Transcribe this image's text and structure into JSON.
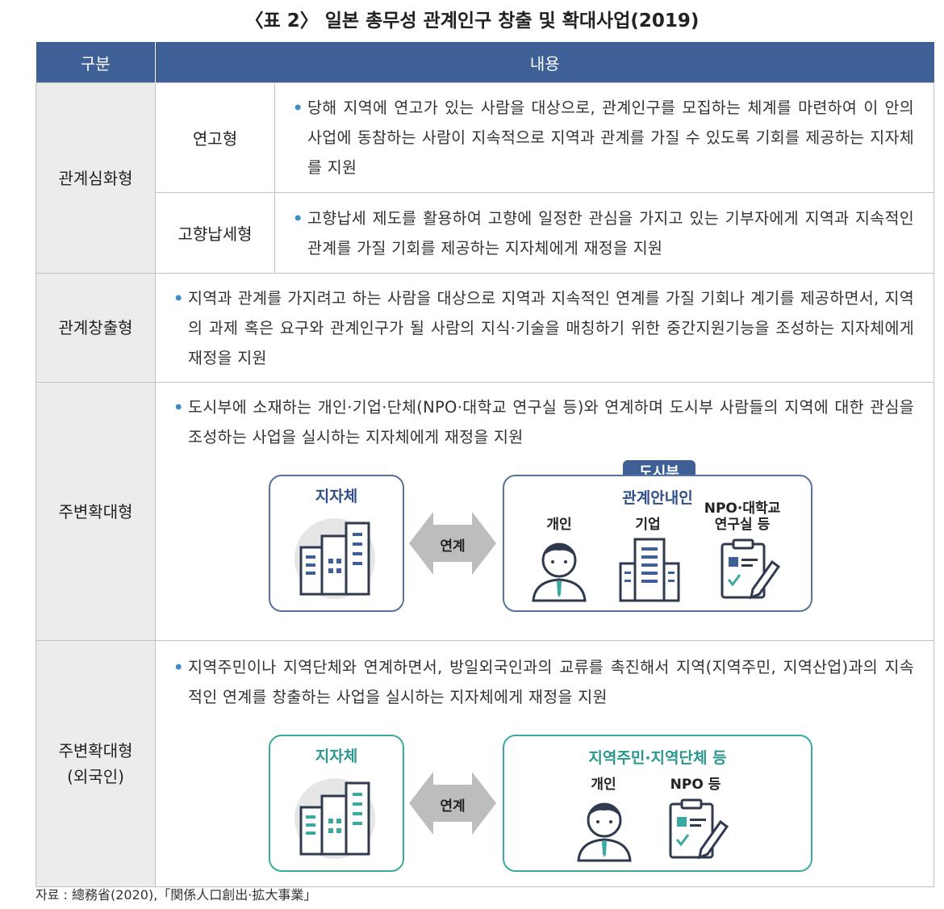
{
  "title": "〈표 2〉 일본 총무성 관계인구 창출 및 확대사업(2019)",
  "header": {
    "col1": "구분",
    "col2": "내용"
  },
  "rows": {
    "r1": {
      "category": "관계심화형",
      "sub1": {
        "label": "연고형",
        "text": "당해 지역에 연고가 있는 사람을 대상으로, 관계인구를 모집하는 체계를 마련하여 이 안의 사업에 동참하는 사람이 지속적으로 지역과 관계를 가질 수 있도록 기회를 제공하는 지자체를 지원"
      },
      "sub2": {
        "label": "고향납세형",
        "text": "고향납세 제도를 활용하여 고향에 일정한 관심을 가지고 있는 기부자에게 지역과 지속적인 관계를 가질 기회를 제공하는 지자체에게 재정을 지원"
      }
    },
    "r2": {
      "category": "관계창출형",
      "text": "지역과 관계를 가지려고 하는 사람을 대상으로 지역과 지속적인 연계를 가질 기회나 계기를 제공하면서, 지역의 과제 혹은 요구와 관계인구가 될 사람의 지식·기술을 매칭하기 위한 중간지원기능을 조성하는 지자체에게 재정을 지원"
    },
    "r3": {
      "category": "주변확대형",
      "text": "도시부에 소재하는 개인·기업·단체(NPO·대학교 연구실 등)와 연계하며 도시부 사람들의 지역에 대한 관심을 조성하는 사업을 실시하는 지자체에게 재정을 지원",
      "fig": {
        "left_title": "지자체",
        "arrow_label": "연계",
        "tag": "도시부",
        "right_title": "관계안내인",
        "items": [
          "개인",
          "기업",
          "NPO·대학교",
          "연구실 등"
        ]
      }
    },
    "r4": {
      "category_line1": "주변확대형",
      "category_line2": "(외국인)",
      "text": "지역주민이나 지역단체와 연계하면서, 방일외국인과의 교류를 촉진해서 지역(지역주민, 지역산업)과의 지속적인 연계를 창출하는 사업을 실시하는 지자체에게 재정을 지원",
      "fig": {
        "left_title": "지자체",
        "arrow_label": "연계",
        "right_title": "지역주민·지역단체 등",
        "items": [
          "개인",
          "NPO 등"
        ]
      }
    }
  },
  "source": "자료 : 總務省(2020),「関係人口創出·拡大事業」",
  "colors": {
    "header": "#3f5f97",
    "category_bg": "#ececec",
    "teal": "#3aa9a0",
    "bullet": "#3a8fc7"
  }
}
